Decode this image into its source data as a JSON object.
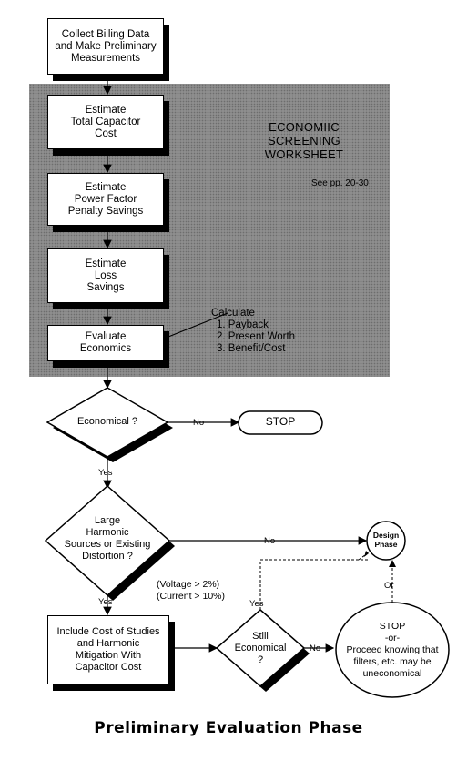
{
  "boxes": {
    "collect": "Collect Billing Data\nand Make Preliminary\nMeasurements",
    "capacitor": "Estimate\nTotal Capacitor\nCost",
    "pf": "Estimate\nPower Factor\nPenalty Savings",
    "loss": "Estimate\nLoss\nSavings",
    "evaluate": "Evaluate\nEconomics",
    "include": "Include Cost of Studies\nand Harmonic\nMitigation With\nCapacitor Cost"
  },
  "worksheet": {
    "title": "ECONOMIIC\nSCREENING\nWORKSHEET",
    "see": "See pp. 20-30"
  },
  "calculate": {
    "heading": "Calculate",
    "items": [
      "1. Payback",
      "2. Present Worth",
      "3. Benefit/Cost"
    ]
  },
  "decisions": {
    "economical": "Economical ?",
    "harmonic": "Large\nHarmonic\nSources or Existing\nDistortion ?",
    "still": "Still\nEconomical\n?"
  },
  "terminals": {
    "stop": "STOP",
    "design": "Design\nPhase",
    "stop_or": "STOP\n-or-\nProceed knowing that\nfilters, etc. may be\nuneconomical"
  },
  "labels": {
    "no1": "No",
    "yes1": "Yes",
    "no2": "No",
    "yes2": "Yes",
    "yes3": "Yes",
    "no3": "No",
    "or": "Or",
    "voltage": "(Voltage > 2%)",
    "current": "(Current > 10%)"
  },
  "footer": {
    "title": "Preliminary Evaluation Phase"
  }
}
